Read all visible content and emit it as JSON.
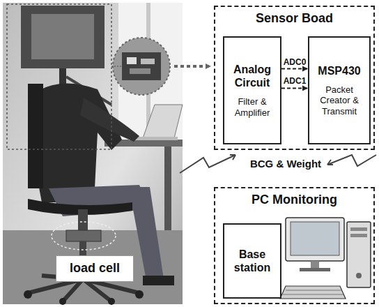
{
  "diagram": {
    "nodes": [
      {
        "text": [
          "Sensor Boad"
        ]
      },
      {
        "text": [
          "Analog Circuit",
          "Filter & Amplifier"
        ],
        "in": 0
      },
      {
        "text": [
          "MSP430",
          "Packet Creator & Transmit"
        ],
        "in": 0
      },
      {
        "text": [
          "PC Monitoring"
        ]
      },
      {
        "text": [
          "Base station"
        ],
        "in": 3
      },
      {
        "text": [
          "load cell"
        ]
      }
    ],
    "edges": [
      {
        "from": 1,
        "to": 2,
        "arrow": "to",
        "label": "ADC0"
      },
      {
        "from": 1,
        "to": 2,
        "arrow": "to",
        "label": "ADC1"
      }
    ],
    "labels": [
      "BCG & Weight"
    ]
  }
}
